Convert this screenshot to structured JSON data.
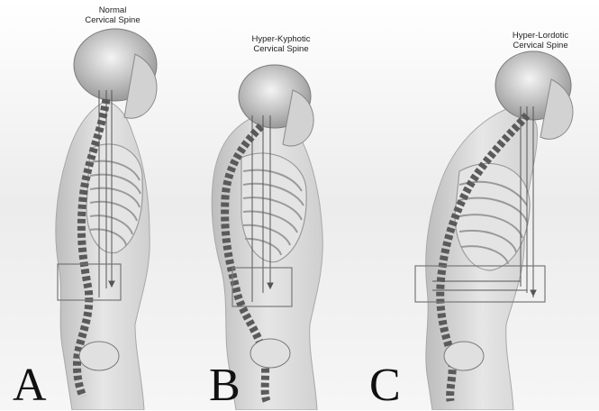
{
  "panels": [
    {
      "letter": "A",
      "title_line1": "Normal",
      "title_line2": "Cervical Spine"
    },
    {
      "letter": "B",
      "title_line1": "Hyper-Kyphotic",
      "title_line2": "Cervical Spine"
    },
    {
      "letter": "C",
      "title_line1": "Hyper-Lordotic",
      "title_line2": "Cervical Spine"
    }
  ],
  "colors": {
    "body": "#d9d9d9",
    "bone": "#f2f2f2",
    "vertebra": "#5a5a5a",
    "guide_line": "#555555"
  }
}
